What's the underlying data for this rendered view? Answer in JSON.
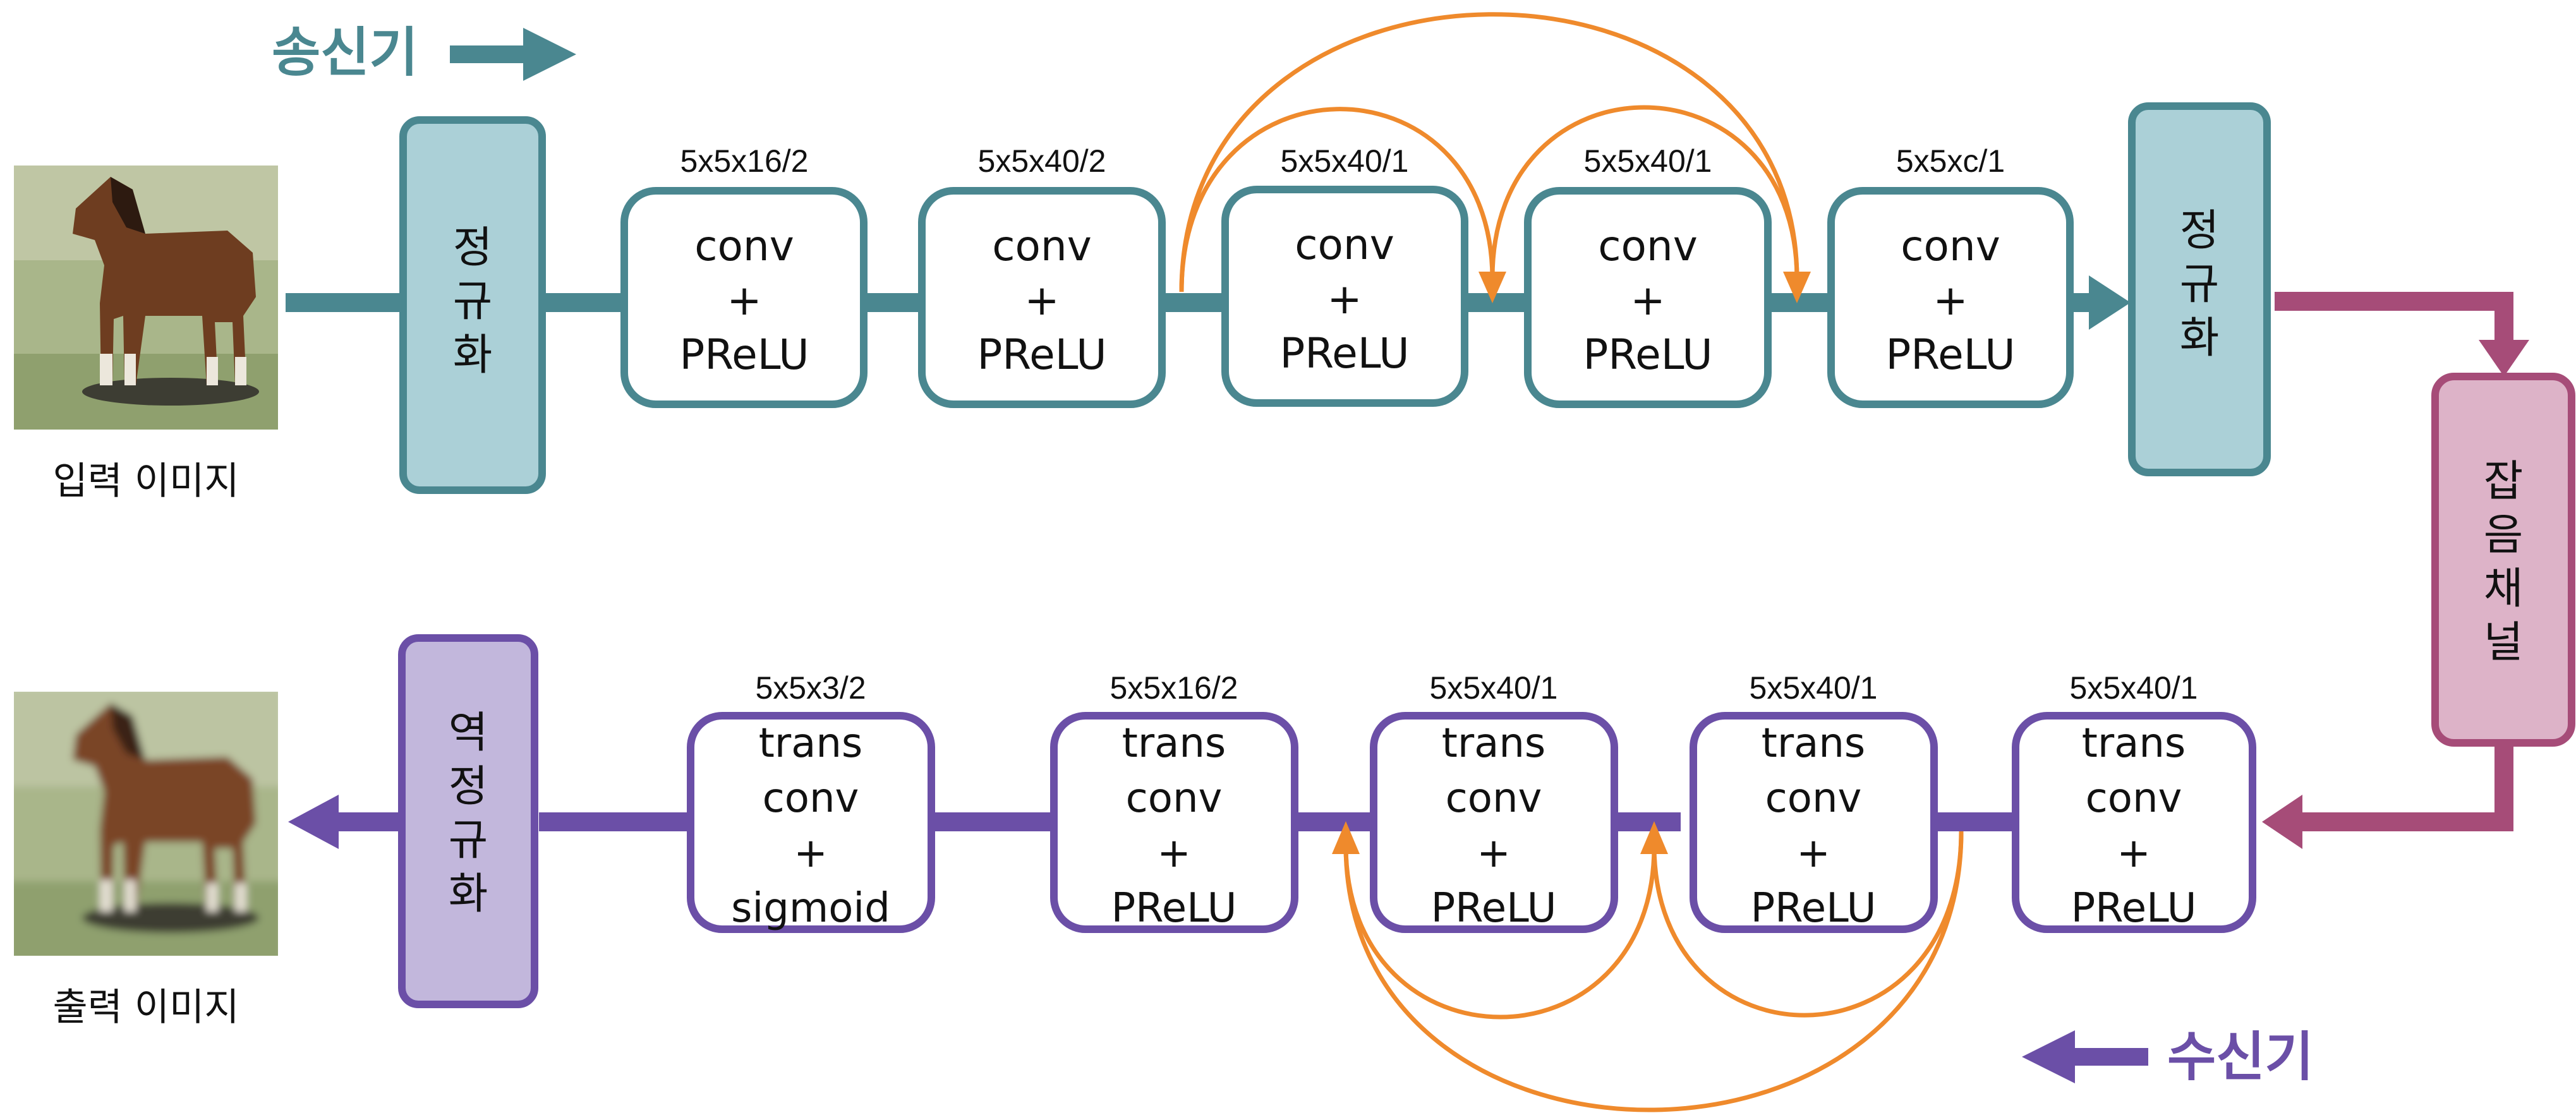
{
  "colors": {
    "transmitter": "#4a8790",
    "normalize_fill": "#abd0d7",
    "receiver": "#6b4fa7",
    "receiver_norm_fill": "#c2b7dc",
    "channel": "#a64c78",
    "channel_fill": "#ddb3c8",
    "skip": "#ef8a2c"
  },
  "transmitter": {
    "label": "송신기",
    "normalize": [
      "정",
      "규",
      "화"
    ],
    "blocks": [
      {
        "spec": "5x5x16/2",
        "lines": [
          "conv",
          "+",
          "PReLU"
        ]
      },
      {
        "spec": "5x5x40/2",
        "lines": [
          "conv",
          "+",
          "PReLU"
        ]
      },
      {
        "spec": "5x5x40/1",
        "lines": [
          "conv",
          "+",
          "PReLU"
        ]
      },
      {
        "spec": "5x5x40/1",
        "lines": [
          "conv",
          "+",
          "PReLU"
        ]
      },
      {
        "spec": "5x5xc/1",
        "lines": [
          "conv",
          "+",
          "PReLU"
        ]
      }
    ],
    "normalize_out": [
      "정",
      "규",
      "화"
    ]
  },
  "channel": {
    "chars": [
      "잡",
      "음",
      "채",
      "널"
    ]
  },
  "receiver": {
    "label": "수신기",
    "blocks": [
      {
        "spec": "5x5x3/2",
        "lines": [
          "trans",
          "conv",
          "+",
          "sigmoid"
        ]
      },
      {
        "spec": "5x5x16/2",
        "lines": [
          "trans",
          "conv",
          "+",
          "PReLU"
        ]
      },
      {
        "spec": "5x5x40/1",
        "lines": [
          "trans",
          "conv",
          "+",
          "PReLU"
        ]
      },
      {
        "spec": "5x5x40/1",
        "lines": [
          "trans",
          "conv",
          "+",
          "PReLU"
        ]
      },
      {
        "spec": "5x5x40/1",
        "lines": [
          "trans",
          "conv",
          "+",
          "PReLU"
        ]
      }
    ],
    "denormalize": [
      "역",
      "정",
      "규",
      "화"
    ]
  },
  "images": {
    "input_caption": "입력 이미지",
    "output_caption": "출력 이미지",
    "subject": "horse"
  }
}
